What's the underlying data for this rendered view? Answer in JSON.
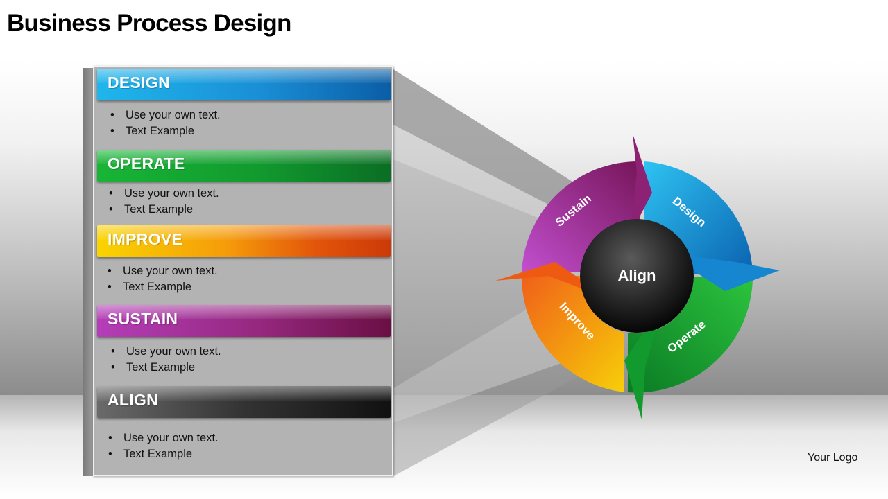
{
  "title": "Business Process Design",
  "sections": [
    {
      "label": "DESIGN",
      "bullets": [
        "Use your own text.",
        "Text Example"
      ]
    },
    {
      "label": "OPERATE",
      "bullets": [
        "Use your own text.",
        "Text Example"
      ]
    },
    {
      "label": "IMPROVE",
      "bullets": [
        "Use your own text.",
        "Text Example"
      ]
    },
    {
      "label": "SUSTAIN",
      "bullets": [
        "Use your own text.",
        "Text Example"
      ]
    },
    {
      "label": "ALIGN",
      "bullets": [
        "Use your own text.",
        "Text Example"
      ]
    }
  ],
  "cycle": {
    "center": "Align",
    "segments": [
      "Design",
      "Operate",
      "Improve",
      "Sustain"
    ]
  },
  "logo": "Your Logo",
  "colors": {
    "design": "#1a8fd6",
    "operate": "#12a130",
    "improve": "#f08a0c",
    "sustain": "#9b2a86",
    "align": "#1e1e1e"
  }
}
